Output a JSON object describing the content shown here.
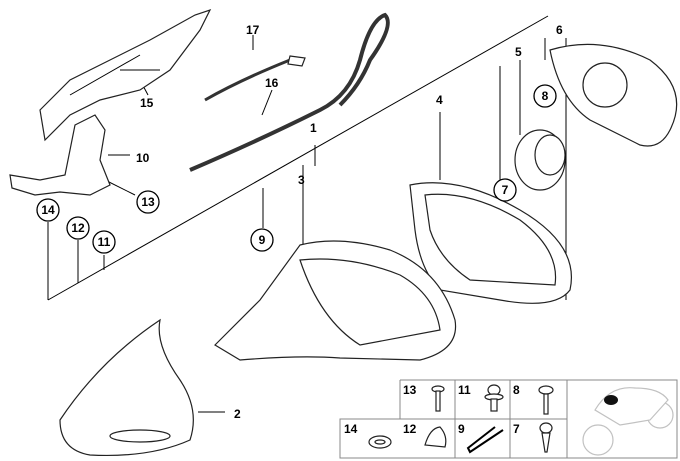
{
  "callouts": {
    "c1": "1",
    "c2": "2",
    "c3": "3",
    "c4": "4",
    "c5": "5",
    "c6": "6",
    "c7": "7",
    "c8": "8",
    "c9": "9",
    "c10": "10",
    "c11": "11",
    "c12": "12",
    "c13": "13",
    "c14": "14",
    "c15": "15",
    "c16": "16",
    "c17": "17"
  },
  "legend": {
    "top": [
      "13",
      "11",
      "8"
    ],
    "bottom": [
      "14",
      "12",
      "9",
      "7"
    ]
  }
}
